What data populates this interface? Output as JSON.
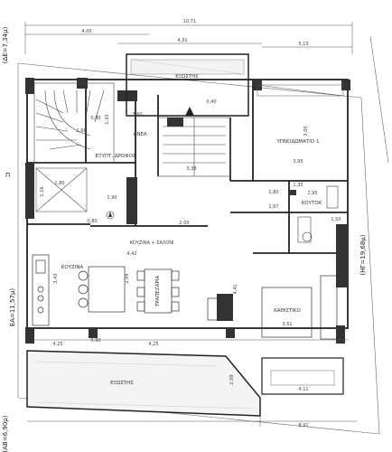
{
  "plan": {
    "side_labels": {
      "left_top": "(ΔΕ=7,34μ)",
      "left_mid": "ΕΑ=11,57μ)",
      "right_mid": "(ΗΓ=19,68μ)",
      "left_bottom": "(ΑΒ=6,90μ)",
      "left_small": "Π"
    },
    "rooms": {
      "balcony_top": "ΕΞΩΣΤΗΣ",
      "bedroom": "ΥΠΝΟΔΩΜΑΤΙΟ 1",
      "anea": "ΑΝΕΑ",
      "roof_access": "ΕΞΥΠΤ. ΔΡΟΦΟΣ",
      "wc": "ΚΟΥΤΟΚ",
      "living": "ΚΑΘΙΣΤΙΚΟ",
      "kitchen": "ΚΟΥΖΙΝΑ",
      "dining": "ΤΡΑΠΕΖΑΡΙΑ",
      "balcony_bottom": "ΕΞΩΣΤΗΣ",
      "kitchen_area": "ΚΟΥΖΙΝΑ + ΣΑΛΟΝΙ"
    },
    "dimensions": {
      "top_total": "10,71",
      "top_left": "4,00",
      "top_mid": "4,31",
      "top_right": "5,13",
      "anea_w": "3,60",
      "anea_h": "1,33",
      "bedroom_w": "3,95",
      "bedroom_h": "3,00",
      "stairs_w": "3,38",
      "room_h1": "1,80",
      "room_h2": "1,16",
      "hall_w": "1,90",
      "mid_h": "2,00",
      "wc_w": "2,95",
      "wc_h": "1,35",
      "small_w": "1,50",
      "kitchen_h": "3,43",
      "dining_w": "2,04",
      "living_area": "3,51",
      "span_442": "4,42",
      "total_r": "4,41",
      "bottom_l": "4,25",
      "bottom_mid": "0,90",
      "bottom_r": "4,25",
      "bottom_tot": "8,91",
      "bottom_right": "4,11",
      "balc_h": "2,09",
      "small_c": "1,80",
      "small_d": "1,67",
      "a1": "0,80",
      "a2": "1,66",
      "b1": "0,80",
      "mid_dim": "0,40"
    }
  }
}
